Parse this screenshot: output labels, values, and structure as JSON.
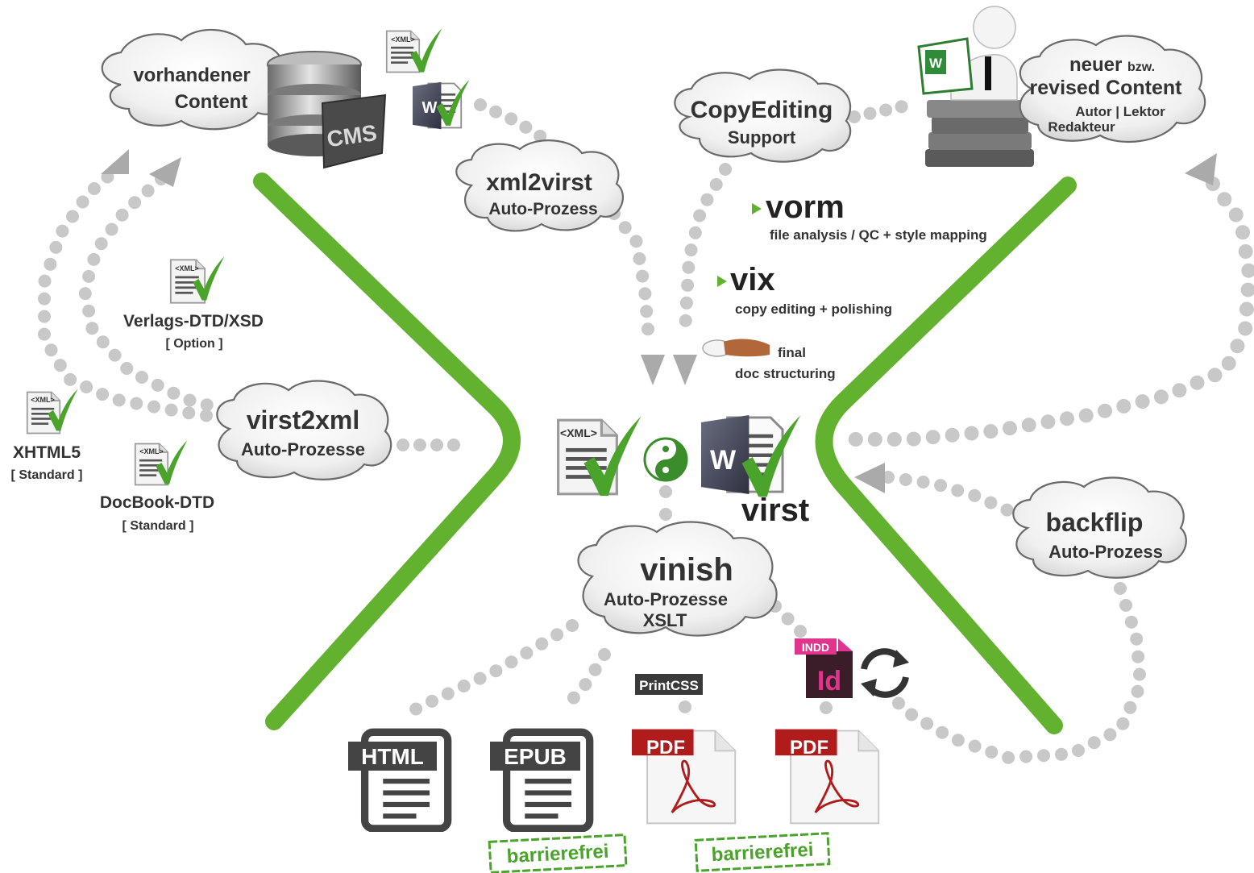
{
  "colors": {
    "accent_green": "#63b22f",
    "dot_grey": "#c8c8c8",
    "pdf_red": "#b01c1c",
    "indd_pink": "#e0348d",
    "word_blue": "#2b579a"
  },
  "clouds": {
    "vorhandener": {
      "line1": "vorhandener",
      "line2": "Content"
    },
    "xml2virst": {
      "title": "xml2virst",
      "sub": "Auto-Prozess"
    },
    "copyediting": {
      "title": "CopyEditing",
      "sub": "Support"
    },
    "neuer": {
      "line1a": "neuer",
      "line1b": "bzw.",
      "line2": "revised Content",
      "line3": "Autor | Lektor",
      "line4": "Redakteur"
    },
    "virst2xml": {
      "title": "virst2xml",
      "sub": "Auto-Prozesse"
    },
    "backflip": {
      "title": "backflip",
      "sub": "Auto-Prozess"
    },
    "vinish": {
      "title": "vinish",
      "sub1": "Auto-Prozesse",
      "sub2": "XSLT"
    }
  },
  "steps": {
    "vorm": {
      "title": "vorm",
      "desc": "file analysis / QC + style mapping"
    },
    "vix": {
      "title": "vix",
      "desc": "copy editing + polishing"
    },
    "final": {
      "line1": "final",
      "line2": "doc structuring"
    }
  },
  "center": {
    "label": "virst",
    "xml_tag": "<XML>",
    "word_letter": "W"
  },
  "formats": {
    "verlags": {
      "title": "Verlags-DTD/XSD",
      "note": "[ Option ]"
    },
    "xhtml5": {
      "title": "XHTML5",
      "note": "[ Standard ]"
    },
    "docbook": {
      "title": "DocBook-DTD",
      "note": "[ Standard ]"
    }
  },
  "icons": {
    "cms": "CMS",
    "xml_tag": "<XML>",
    "word_letter": "W",
    "printcss": "PrintCSS",
    "indd": "INDD",
    "indd_letters": "Id"
  },
  "outputs": {
    "html": "HTML",
    "epub": "EPUB",
    "pdf1": "PDF",
    "pdf2": "PDF",
    "stamp1": "barrierefrei",
    "stamp2": "barrierefrei"
  }
}
